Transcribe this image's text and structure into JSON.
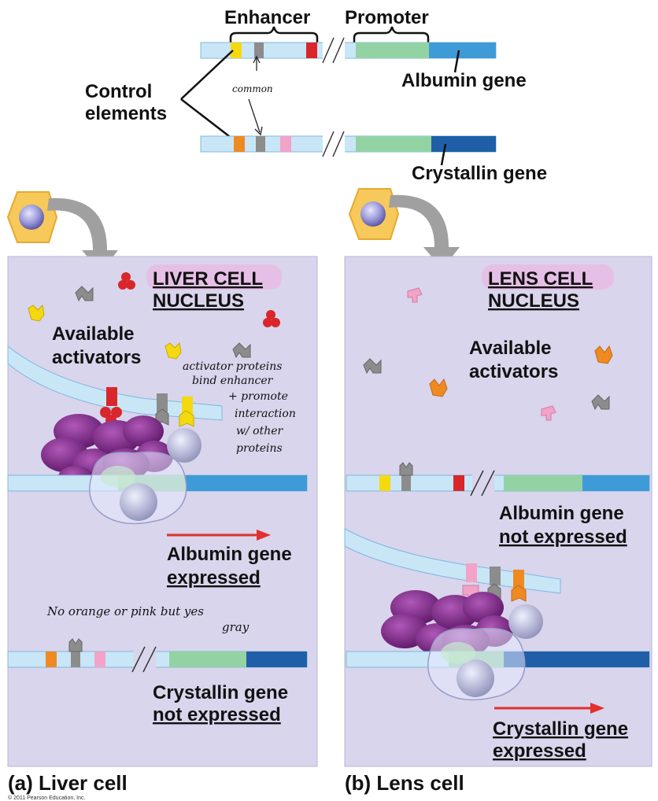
{
  "top": {
    "enhancer": "Enhancer",
    "promoter": "Promoter",
    "control_line1": "Control",
    "control_line2": "elements",
    "common": "common",
    "albumin_gene": "Albumin gene",
    "crystallin_gene": "Crystallin gene"
  },
  "liver": {
    "title_line1": "LIVER CELL",
    "title_line2": "NUCLEUS",
    "activators_line1": "Available",
    "activators_line2": "activators",
    "note": [
      "activator proteins",
      "bind enhancer",
      "+ promote",
      "interaction",
      "w/ other",
      "proteins"
    ],
    "albumin_status_line1": "Albumin gene",
    "albumin_status_line2": "expressed",
    "note2_line1": "No orange or pink but yes",
    "note2_line2": "gray",
    "crystallin_status_line1": "Crystallin gene",
    "crystallin_status_line2": "not expressed",
    "caption": "(a) Liver cell"
  },
  "lens": {
    "title_line1": "LENS CELL",
    "title_line2": "NUCLEUS",
    "activators_line1": "Available",
    "activators_line2": "activators",
    "albumin_status_line1": "Albumin gene",
    "albumin_status_line2": "not expressed",
    "crystallin_status_line1": "Crystallin gene",
    "crystallin_status_line2": "expressed",
    "caption": "(b) Lens cell"
  },
  "footer": "© 2011 Pearson Education, Inc.",
  "colors": {
    "dna_light": "#c9e6f7",
    "dna_blue": "#3f9ad8",
    "dna_dark": "#1f5fa8",
    "promoter_green": "#93d3a3",
    "nucleus": "#d8d5ec",
    "purple": "#7b2a85",
    "yellow": "#f5d90f",
    "red": "#d9262a",
    "gray": "#8c8c8c",
    "orange": "#ef8a22",
    "pink": "#f2a3c7",
    "arrow_red": "#e2302d"
  }
}
